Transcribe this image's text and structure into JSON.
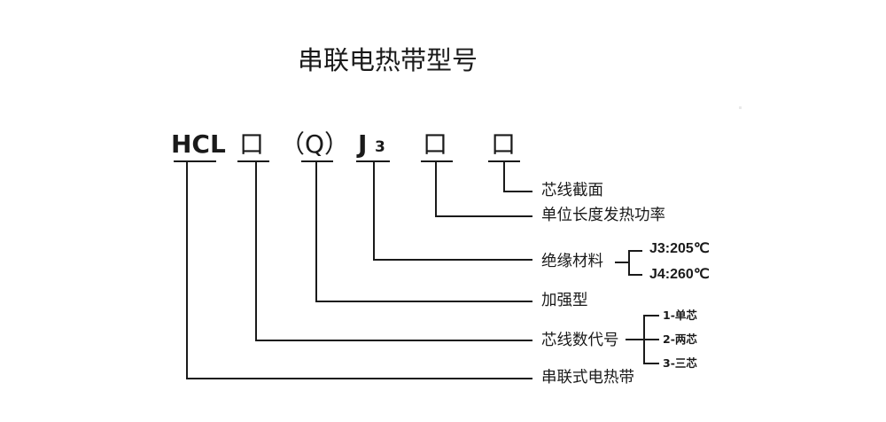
{
  "title": "串联电热带型号",
  "model_code": {
    "prefix": "HCL",
    "box1": "口",
    "q_part": "（Q）",
    "j_letter": "J",
    "j_digit": "3",
    "box2": "口",
    "box3": "口"
  },
  "labels": {
    "cross_section": "芯线截面",
    "power_per_length": "单位长度发热功率",
    "insulation": "绝缘材料",
    "reinforced": "加强型",
    "core_code": "芯线数代号",
    "series_type": "串联式电热带"
  },
  "insulation_options": [
    "J3:205℃",
    "J4:260℃"
  ],
  "core_options": [
    "1-单芯",
    "2-两芯",
    "3-三芯"
  ]
}
